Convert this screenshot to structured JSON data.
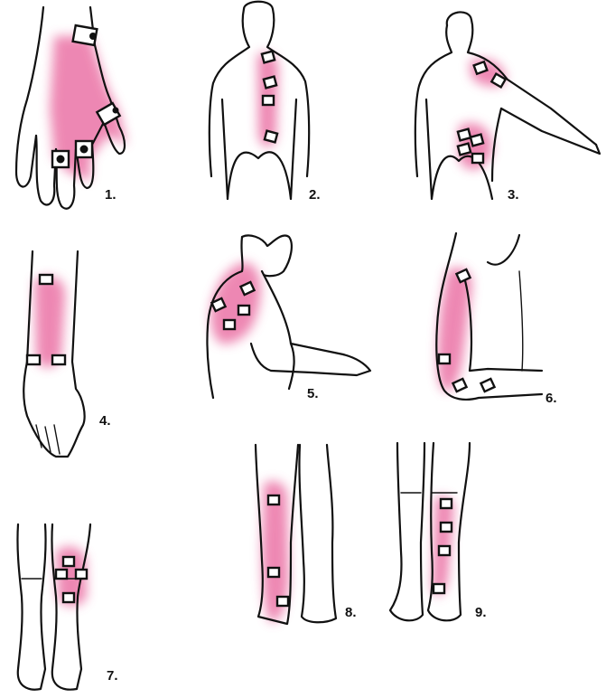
{
  "pain_color": "#e8609a",
  "panels": [
    {
      "id": "hand",
      "label": "1."
    },
    {
      "id": "back",
      "label": "2."
    },
    {
      "id": "back-arm",
      "label": "3."
    },
    {
      "id": "forearm",
      "label": "4."
    },
    {
      "id": "shoulder-side",
      "label": "5."
    },
    {
      "id": "upper-arm",
      "label": "6."
    },
    {
      "id": "knee",
      "label": "7."
    },
    {
      "id": "calf",
      "label": "8."
    },
    {
      "id": "shin",
      "label": "9."
    }
  ]
}
